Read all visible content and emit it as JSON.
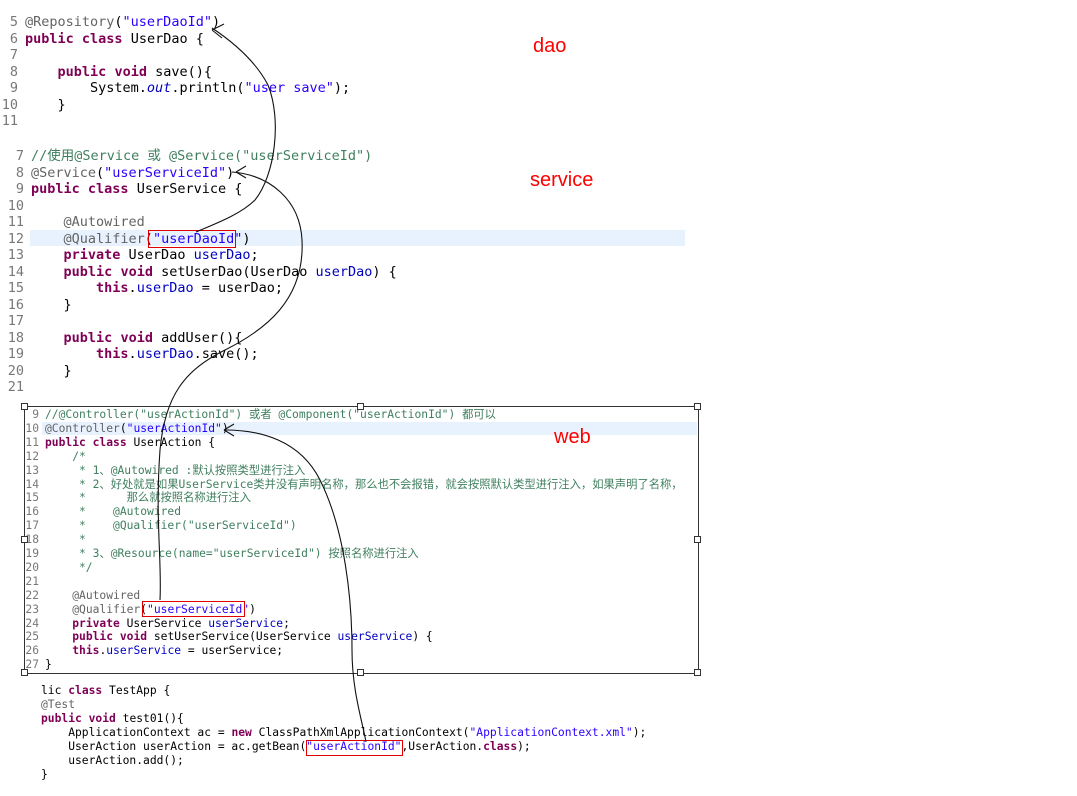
{
  "labels": {
    "dao": "dao",
    "service": "service",
    "web": "web"
  },
  "colors": {
    "label": "#ff0000",
    "keyword": "#7f0055",
    "string": "#2a00ff",
    "annotation": "#646464",
    "field": "#0000c0",
    "comment": "#3f7f5f",
    "highlight": "#e8f2fe"
  },
  "dao_block": {
    "lines": [
      {
        "n": "5",
        "code": "@Repository(\"userDaoId\")"
      },
      {
        "n": "6",
        "code": "public class UserDao {"
      },
      {
        "n": "7",
        "code": ""
      },
      {
        "n": "8",
        "code": "    public void save(){"
      },
      {
        "n": "9",
        "code": "        System.out.println(\"user save\");"
      },
      {
        "n": "10",
        "code": "    }"
      },
      {
        "n": "11",
        "code": ""
      }
    ]
  },
  "service_block": {
    "lines": [
      {
        "n": "7",
        "code": "//使用@Service 或 @Service(\"userServiceId\")"
      },
      {
        "n": "8",
        "code": "@Service(\"userServiceId\")"
      },
      {
        "n": "9",
        "code": "public class UserService {"
      },
      {
        "n": "10",
        "code": ""
      },
      {
        "n": "11",
        "code": "    @Autowired"
      },
      {
        "n": "12",
        "code": "    @Qualifier(\"userDaoId\")"
      },
      {
        "n": "13",
        "code": "    private UserDao userDao;"
      },
      {
        "n": "14",
        "code": "    public void setUserDao(UserDao userDao) {"
      },
      {
        "n": "15",
        "code": "        this.userDao = userDao;"
      },
      {
        "n": "16",
        "code": "    }"
      },
      {
        "n": "17",
        "code": ""
      },
      {
        "n": "18",
        "code": "    public void addUser(){"
      },
      {
        "n": "19",
        "code": "        this.userDao.save();"
      },
      {
        "n": "20",
        "code": "    }"
      },
      {
        "n": "21",
        "code": ""
      }
    ]
  },
  "web_block": {
    "lines": [
      {
        "n": "9",
        "code": "//@Controller(\"userActionId\") 或者 @Component(\"userActionId\") 都可以"
      },
      {
        "n": "10",
        "code": "@Controller(\"userActionId\")"
      },
      {
        "n": "11",
        "code": "public class UserAction {"
      },
      {
        "n": "12",
        "code": "    /*"
      },
      {
        "n": "13",
        "code": "     * 1、@Autowired :默认按照类型进行注入"
      },
      {
        "n": "14",
        "code": "     * 2、好处就是如果UserService类并没有声明名称，那么也不会报错，就会按照默认类型进行注入，如果声明了名称，"
      },
      {
        "n": "15",
        "code": "     *      那么就按照名称进行注入"
      },
      {
        "n": "16",
        "code": "     *    @Autowired"
      },
      {
        "n": "17",
        "code": "     *    @Qualifier(\"userServiceId\")"
      },
      {
        "n": "18",
        "code": "     *"
      },
      {
        "n": "19",
        "code": "     * 3、@Resource(name=\"userServiceId\") 按照名称进行注入"
      },
      {
        "n": "20",
        "code": "     */"
      },
      {
        "n": "21",
        "code": ""
      },
      {
        "n": "22",
        "code": "    @Autowired"
      },
      {
        "n": "23",
        "code": "    @Qualifier(\"userServiceId\")"
      },
      {
        "n": "24",
        "code": "    private UserService userService;"
      },
      {
        "n": "25",
        "code": "    public void setUserService(UserService userService) {"
      },
      {
        "n": "26",
        "code": "    this.userService = userService;"
      },
      {
        "n": "27",
        "code": "}"
      }
    ]
  },
  "test_block": {
    "lines": [
      {
        "n": "",
        "code": "lic class TestApp {"
      },
      {
        "n": "",
        "code": "@Test"
      },
      {
        "n": "",
        "code": "public void test01(){"
      },
      {
        "n": "",
        "code": "    ApplicationContext ac = new ClassPathXmlApplicationContext(\"ApplicationContext.xml\");"
      },
      {
        "n": "",
        "code": "    UserAction userAction = ac.getBean(\"userActionId\",UserAction.class);"
      },
      {
        "n": "",
        "code": "    userAction.add();"
      },
      {
        "n": "",
        "code": "}"
      }
    ]
  }
}
